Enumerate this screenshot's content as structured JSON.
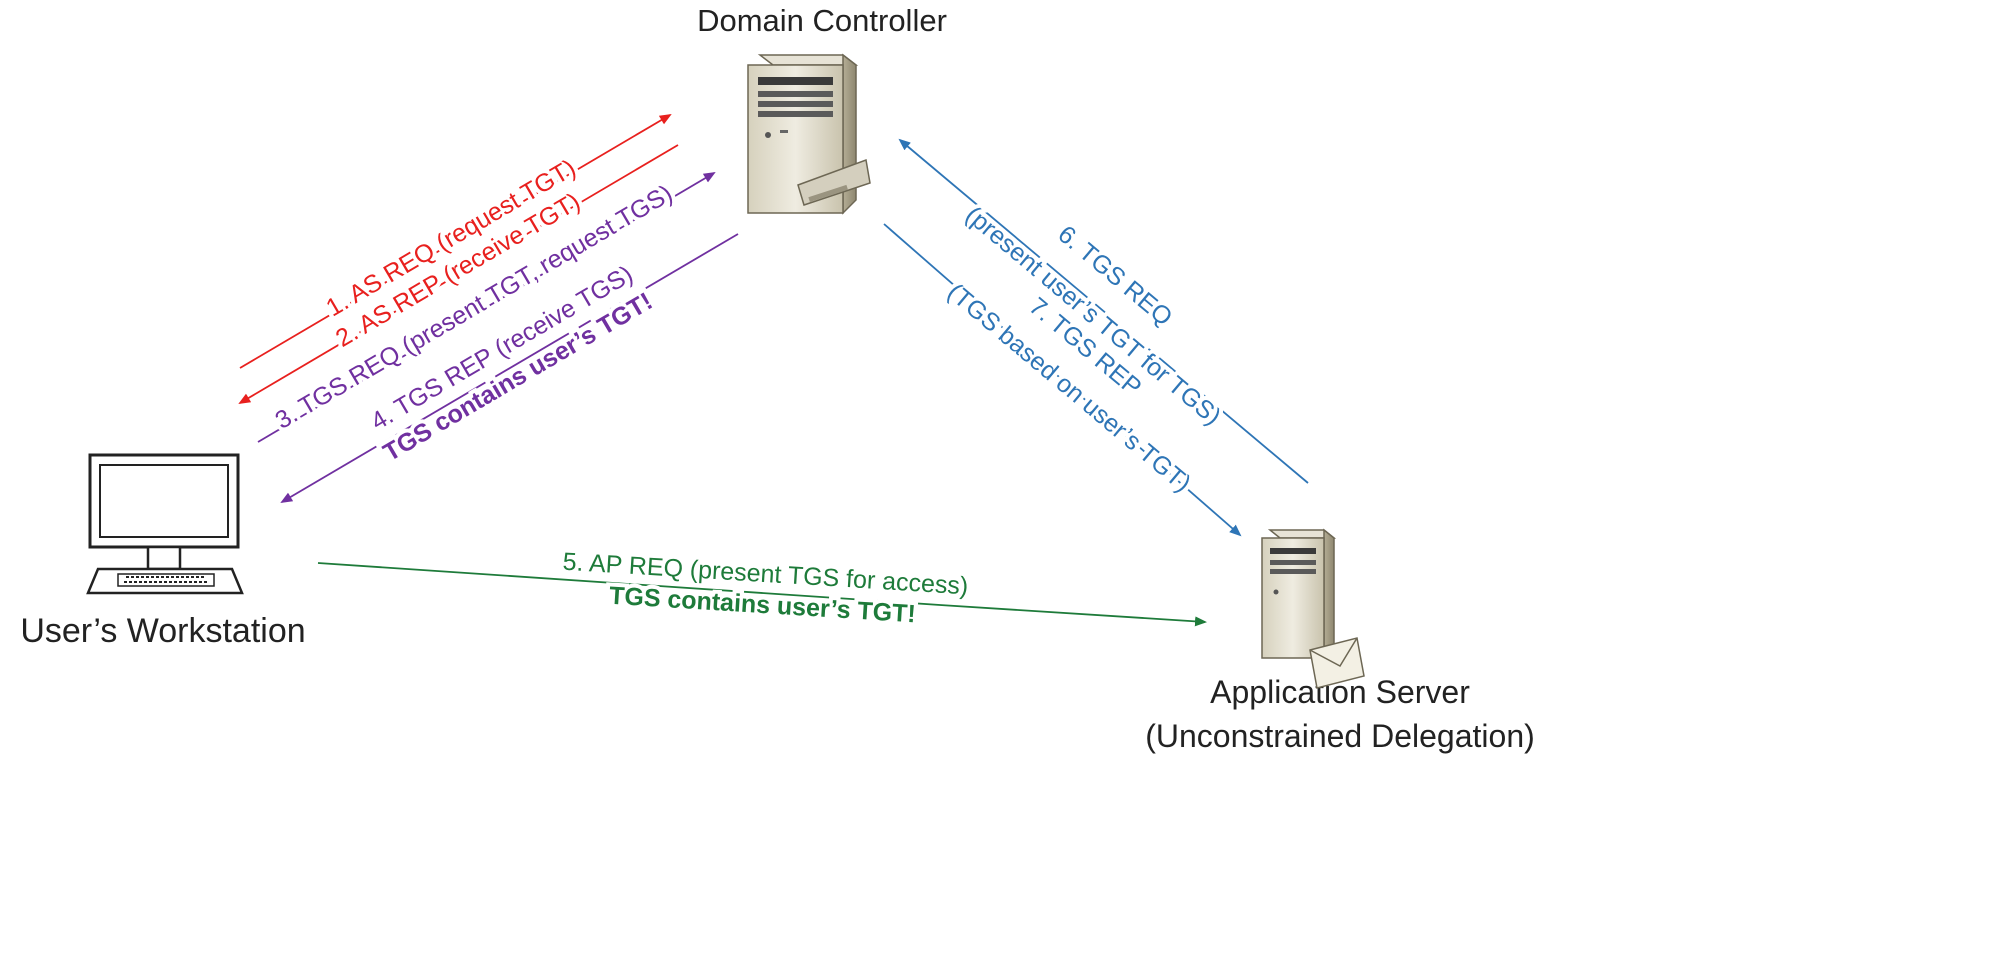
{
  "nodes": {
    "domain_controller": "Domain Controller",
    "workstation": "User’s Workstation",
    "app_server": "Application Server",
    "app_server_sub": "(Unconstrained Delegation)"
  },
  "messages": {
    "m1": "1. AS REQ (request TGT)",
    "m2": "2. AS REP (receive TGT)",
    "m3": "3. TGS REQ (present TGT, request TGS)",
    "m4": "4. TGS REP (receive TGS)",
    "m4_note": "TGS contains user’s TGT!",
    "m5": "5. AP REQ (present TGS for access)",
    "m5_note": "TGS contains user’s TGT!",
    "m6": "6. TGS REQ",
    "m6_sub": "(present user’s TGT for TGS)",
    "m7": "7. TGS REP",
    "m7_sub": "(TGS based on user’s TGT)"
  },
  "colors": {
    "as_flow": "#e8201e",
    "tgs_flow": "#7030a0",
    "ap_flow": "#1e7b3a",
    "delegation_flow": "#2e75b6",
    "label_text": "#222222"
  },
  "icons": {
    "server": "server-tower-icon",
    "workstation": "computer-monitor-icon"
  }
}
